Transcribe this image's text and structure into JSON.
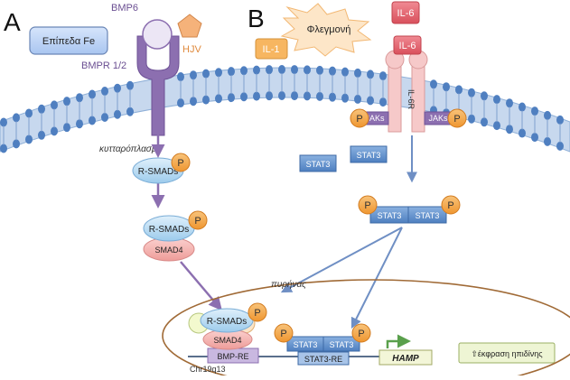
{
  "panels": {
    "a": "A",
    "b": "B"
  },
  "labels": {
    "iron_level": "Επίπεδα Fe",
    "bmp6": "BMP6",
    "hjv": "HJV",
    "bmpr": "BMPR 1/2",
    "cytoplasm": "κυτταρόπλασμα",
    "il6_top": "IL-6",
    "inflammation": "Φλεγμονή",
    "il1": "IL-1",
    "il6_receptor_ligand": "IL-6",
    "il6r": "IL-6R",
    "jaks_left": "JAKs",
    "jaks_right": "JAKs",
    "p": "P",
    "rsmads": "R-SMADs",
    "smad4": "SMAD4",
    "stat3": "STAT3",
    "nucleus": "πυρήνας",
    "bmp_re": "BMP-RE",
    "stat3_re": "STAT3-RE",
    "chr": "Chr19q13",
    "hamp": "HAMP",
    "expression": "⇧έκφραση ηπιδίνης"
  },
  "colors": {
    "membrane": "#9ab4d4",
    "lipid_head": "#4f7fc0",
    "receptor": "#8c6fb0",
    "phospho": "#f2a43c",
    "smad": "#b9dcf3",
    "smad4": "#f5b5b3",
    "stat": "#5f8fca",
    "il6": "#e4616e",
    "il1": "#f7b661",
    "nucleus_border": "#a06a36",
    "dna": "#5a6f8c",
    "arrow": "#6f8fc4",
    "text_dark": "#222222"
  }
}
